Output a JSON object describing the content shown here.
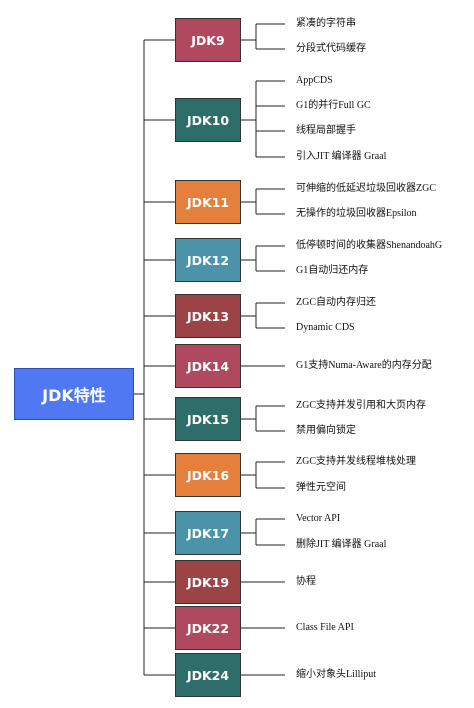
{
  "root": {
    "label": "JDK特性",
    "color": "#4f78f2"
  },
  "versions": [
    {
      "id": "jdk9",
      "label": "JDK9",
      "color": "#b0485e",
      "features": [
        "紧凑的字符串",
        "分段式代码缓存"
      ]
    },
    {
      "id": "jdk10",
      "label": "JDK10",
      "color": "#2e6e6a",
      "features": [
        "AppCDS",
        "G1的并行Full GC",
        "线程局部握手",
        "引入JIT 编译器 Graal"
      ]
    },
    {
      "id": "jdk11",
      "label": "JDK11",
      "color": "#e47f3c",
      "features": [
        "可伸缩的低延迟垃圾回收器ZGC",
        "无操作的垃圾回收器Epsilon"
      ]
    },
    {
      "id": "jdk12",
      "label": "JDK12",
      "color": "#4a93a9",
      "features": [
        "低停顿时间的收集器ShenandoahG",
        "G1自动归还内存"
      ]
    },
    {
      "id": "jdk13",
      "label": "JDK13",
      "color": "#9c4345",
      "features": [
        "ZGC自动内存归还",
        "Dynamic CDS"
      ]
    },
    {
      "id": "jdk14",
      "label": "JDK14",
      "color": "#b0485e",
      "features": [
        "G1支持Numa-Aware的内存分配"
      ]
    },
    {
      "id": "jdk15",
      "label": "JDK15",
      "color": "#2e6e6a",
      "features": [
        "ZGC支持并发引用和大页内存",
        "禁用偏向锁定"
      ]
    },
    {
      "id": "jdk16",
      "label": "JDK16",
      "color": "#e47f3c",
      "features": [
        "ZGC支持并发线程堆栈处理",
        "弹性元空间"
      ]
    },
    {
      "id": "jdk17",
      "label": "JDK17",
      "color": "#4a93a9",
      "features": [
        "Vector API",
        "删除JIT 编译器 Graal"
      ]
    },
    {
      "id": "jdk19",
      "label": "JDK19",
      "color": "#9c4345",
      "features": [
        "协程"
      ]
    },
    {
      "id": "jdk22",
      "label": "JDK22",
      "color": "#b0485e",
      "features": [
        "Class File API"
      ]
    },
    {
      "id": "jdk24",
      "label": "JDK24",
      "color": "#2e6e6a",
      "features": [
        "缩小对象头Lilliput"
      ]
    }
  ]
}
